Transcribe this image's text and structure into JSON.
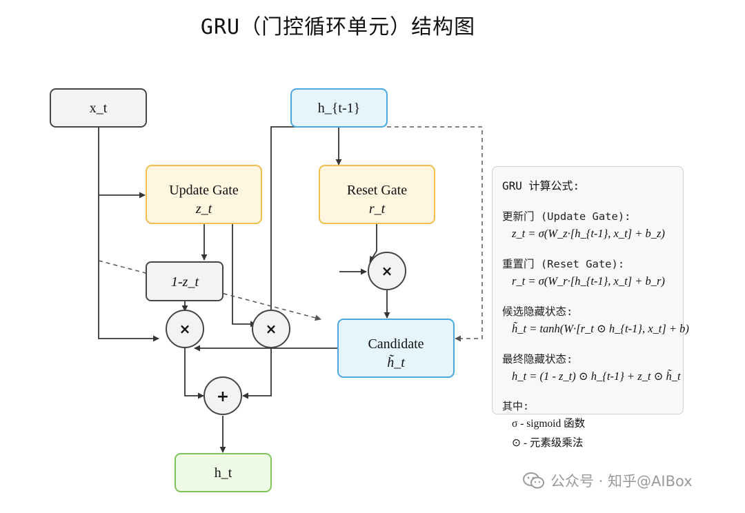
{
  "title": "GRU（门控循环单元）结构图",
  "nodes": {
    "x_t": "x_t",
    "h_prev": "h_{t-1}",
    "update_gate": {
      "label": "Update Gate",
      "sub": "z_t"
    },
    "reset_gate": {
      "label": "Reset Gate",
      "sub": "r_t"
    },
    "one_minus_z": "1-z_t",
    "candidate": {
      "label": "Candidate",
      "sub": "h̃_t"
    },
    "h_t": "h_t"
  },
  "operators": {
    "multiply": "×",
    "add": "+"
  },
  "colors": {
    "input_fill": "#f3f3f3",
    "input_stroke": "#444444",
    "hidden_fill": "#e6f4fc",
    "hidden_stroke": "#4aa8e0",
    "gate_fill": "#fff6df",
    "gate_stroke": "#f0be4a",
    "output_fill": "#eef9e6",
    "output_stroke": "#7fc45a",
    "arrow": "#333333"
  },
  "formulas": {
    "heading": "GRU 计算公式:",
    "items": [
      {
        "label": "更新门 (Update Gate):",
        "equation": "z_t = σ(W_z·[h_{t-1}, x_t] + b_z)"
      },
      {
        "label": "重置门 (Reset Gate):",
        "equation": "r_t = σ(W_r·[h_{t-1}, x_t] + b_r)"
      },
      {
        "label": "候选隐藏状态:",
        "equation": "h̃_t = tanh(W·[r_t ⊙ h_{t-1}, x_t] + b)"
      },
      {
        "label": "最终隐藏状态:",
        "equation": "h_t = (1 - z_t) ⊙ h_{t-1} + z_t ⊙ h̃_t"
      }
    ],
    "where_label": "其中:",
    "legend": [
      "σ - sigmoid 函数",
      "⊙ - 元素级乘法"
    ]
  },
  "watermark": "公众号 · 知乎@AIBox"
}
